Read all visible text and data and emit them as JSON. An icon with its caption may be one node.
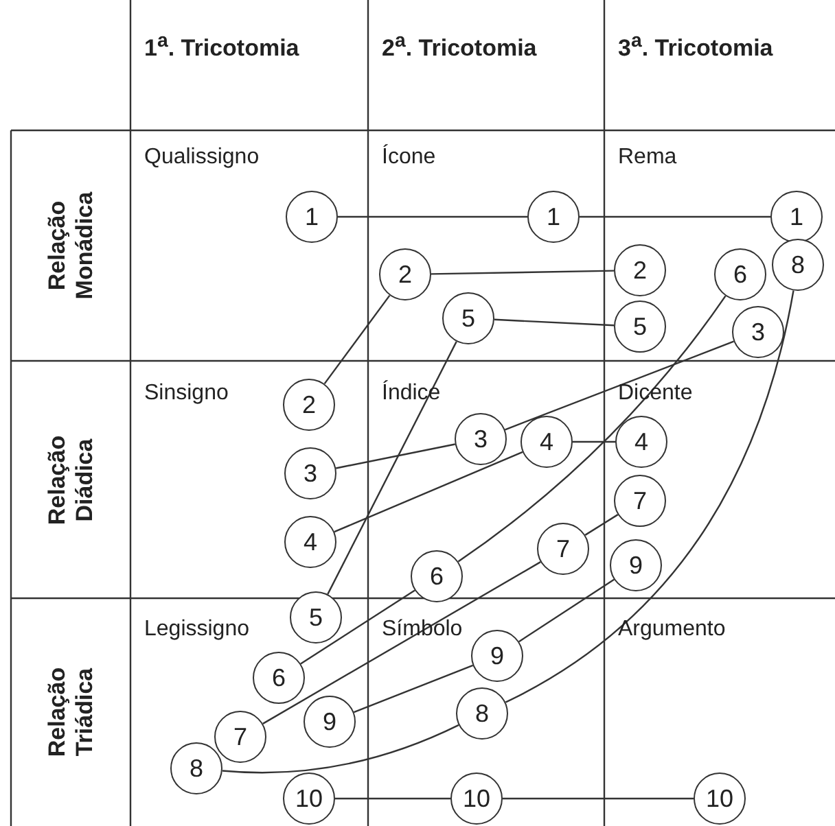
{
  "diagram": {
    "nodes": [
      {
        "text": [
          "1"
        ]
      },
      {
        "text": [
          "1"
        ]
      },
      {
        "text": [
          "1"
        ]
      },
      {
        "text": [
          "2"
        ]
      },
      {
        "text": [
          "2"
        ]
      },
      {
        "text": [
          "2"
        ]
      },
      {
        "text": [
          "3"
        ]
      },
      {
        "text": [
          "3"
        ]
      },
      {
        "text": [
          "3"
        ]
      },
      {
        "text": [
          "4"
        ]
      },
      {
        "text": [
          "4"
        ]
      },
      {
        "text": [
          "4"
        ]
      },
      {
        "text": [
          "5"
        ]
      },
      {
        "text": [
          "5"
        ]
      },
      {
        "text": [
          "5"
        ]
      },
      {
        "text": [
          "6"
        ]
      },
      {
        "text": [
          "6"
        ]
      },
      {
        "text": [
          "6"
        ]
      },
      {
        "text": [
          "7"
        ]
      },
      {
        "text": [
          "7"
        ]
      },
      {
        "text": [
          "7"
        ]
      },
      {
        "text": [
          "8"
        ]
      },
      {
        "text": [
          "8"
        ]
      },
      {
        "text": [
          "8"
        ]
      },
      {
        "text": [
          "9"
        ]
      },
      {
        "text": [
          "9"
        ]
      },
      {
        "text": [
          "9"
        ]
      },
      {
        "text": [
          "10"
        ]
      },
      {
        "text": [
          "10"
        ]
      },
      {
        "text": [
          "10"
        ]
      }
    ],
    "edges": [
      {
        "from": 0,
        "to": 1,
        "arrow": "none"
      },
      {
        "from": 1,
        "to": 2,
        "arrow": "none"
      },
      {
        "from": 5,
        "to": 3,
        "arrow": "none"
      },
      {
        "from": 3,
        "to": 4,
        "arrow": "none"
      },
      {
        "from": 6,
        "to": 7,
        "arrow": "none"
      },
      {
        "from": 7,
        "to": 8,
        "arrow": "none"
      },
      {
        "from": 9,
        "to": 10,
        "arrow": "none"
      },
      {
        "from": 10,
        "to": 11,
        "arrow": "none"
      },
      {
        "from": 12,
        "to": 13,
        "arrow": "none"
      },
      {
        "from": 13,
        "to": 14,
        "arrow": "none"
      },
      {
        "from": 15,
        "to": 16,
        "arrow": "none"
      },
      {
        "from": 16,
        "to": 17,
        "arrow": "none"
      },
      {
        "from": 18,
        "to": 19,
        "arrow": "none"
      },
      {
        "from": 19,
        "to": 20,
        "arrow": "none"
      },
      {
        "from": 21,
        "to": 22,
        "arrow": "none"
      },
      {
        "from": 22,
        "to": 23,
        "arrow": "none"
      },
      {
        "from": 24,
        "to": 25,
        "arrow": "none"
      },
      {
        "from": 25,
        "to": 26,
        "arrow": "none"
      },
      {
        "from": 27,
        "to": 28,
        "arrow": "none"
      },
      {
        "from": 28,
        "to": 29,
        "arrow": "none"
      }
    ],
    "labels": [
      "1$^{a}$. Tricotomia",
      "2$^{a}$. Tricotomia",
      "3$^{a}$. Tricotomia",
      "Relação Monádica",
      "Qualissigno",
      "Ícone",
      "Rema",
      "Relação Diádica",
      "Sinsigno",
      "Índice",
      "Dicente",
      "Relação Triádica",
      "Legissigno",
      "Símbolo",
      "Argumento"
    ]
  }
}
